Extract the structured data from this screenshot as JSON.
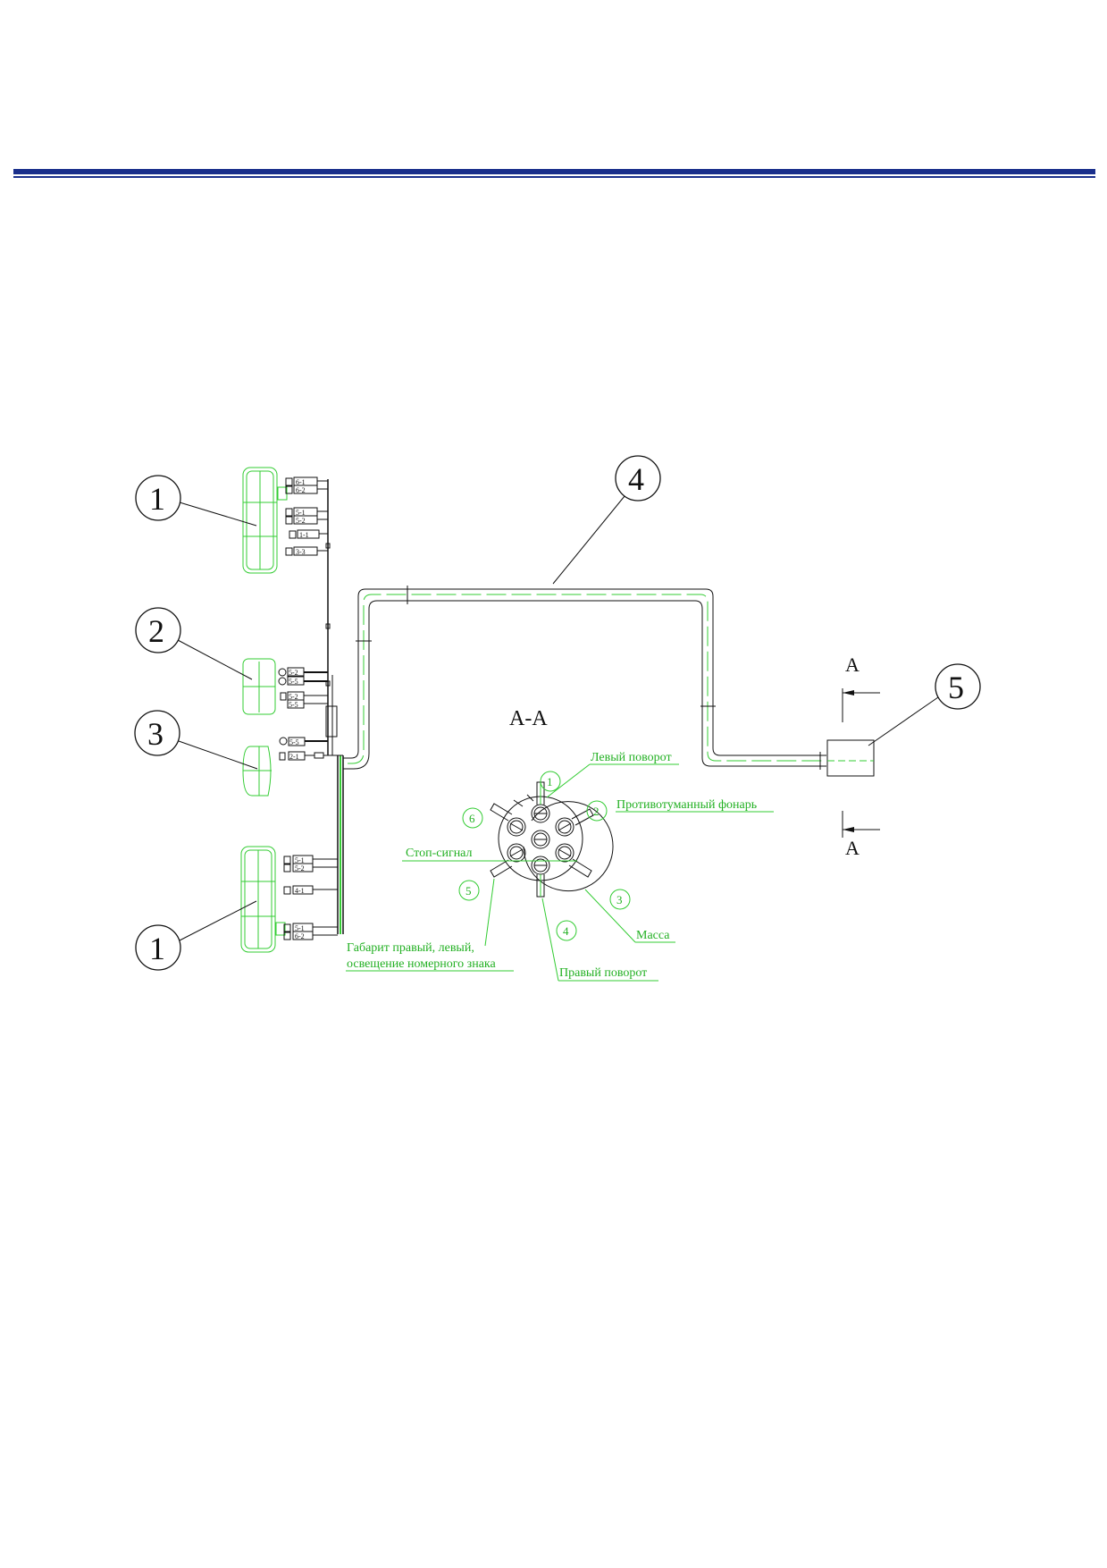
{
  "colors": {
    "header_rule": "#1a2f8c",
    "drawing_green": "#33cc33",
    "label_green": "#22b022",
    "line_black": "#111111"
  },
  "callouts": {
    "c1_top": "1",
    "c2": "2",
    "c3": "3",
    "c4": "4",
    "c5": "5",
    "c1_bottom": "1"
  },
  "section": {
    "title": "А-А",
    "arrow_top": "А",
    "arrow_bottom": "А"
  },
  "terminals": {
    "top_lamp": [
      "6-1",
      "6-2",
      "5-1",
      "5-2",
      "1-1",
      "3-3"
    ],
    "middle_lamp": [
      "5-2",
      "5-5",
      "5-2",
      "5-5"
    ],
    "round_lamp": [
      "5-5",
      "2-1"
    ],
    "bottom_lamp": [
      "5-1",
      "5-2",
      "4-1",
      "5-1",
      "6-2"
    ]
  },
  "socket": {
    "pins": [
      "1",
      "2",
      "3",
      "4",
      "5",
      "6"
    ],
    "labels": {
      "left_turn": "Левый поворот",
      "fog_lamp": "Противотуманный фонарь",
      "stop_signal": "Стоп-сигнал",
      "ground": "Масса",
      "right_turn": "Правый поворот",
      "marker_line1": "Габарит правый, левый,",
      "marker_line2": "освещение номерного знака"
    }
  }
}
